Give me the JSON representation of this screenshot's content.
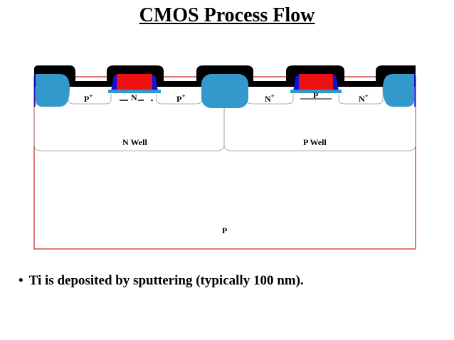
{
  "title": "CMOS Process Flow",
  "labels": {
    "p_plus_1": "P",
    "n_ldd_left": "N",
    "p_plus_2": "P",
    "n_plus_1": "N",
    "p_ldd_right": "P",
    "n_plus_2": "N",
    "plus": "+",
    "n_well": "N Well",
    "p_well": "P Well",
    "substrate": "P"
  },
  "bullet": {
    "marker": "•",
    "text": "Ti is deposited by sputtering (typically 100 nm)."
  },
  "colors": {
    "field_oxide": "#3399cc",
    "gate_poly": "#ee1111",
    "spacer": "#1111dd",
    "titanium": "#000000",
    "substrate_border": "#cc2222",
    "junction_line": "#9a9a9a"
  }
}
